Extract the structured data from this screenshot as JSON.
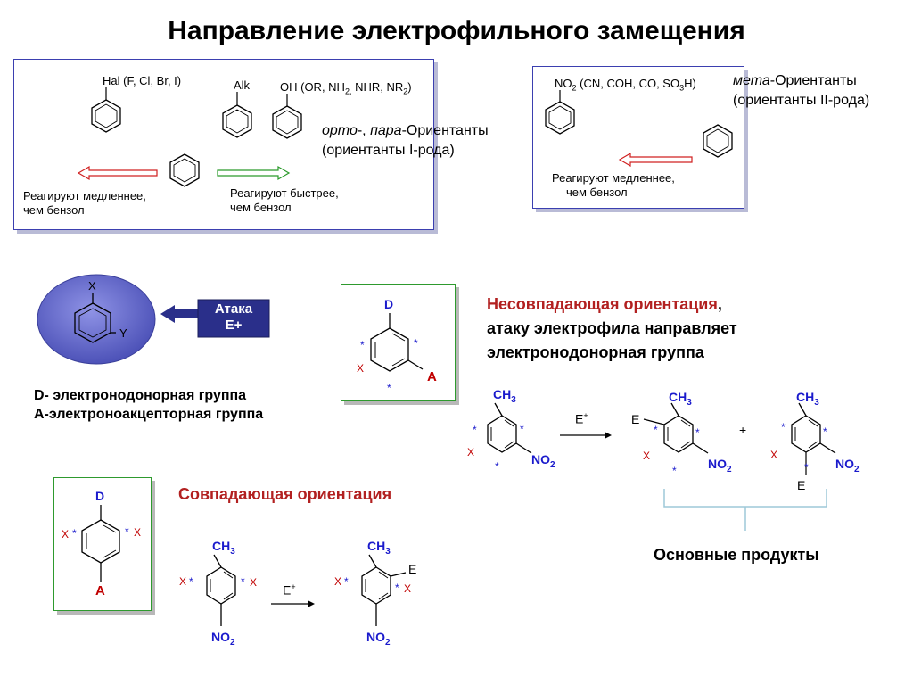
{
  "title": "Направление электрофильного замещения",
  "top_box": {
    "hal_label": "Hal (F, Cl, Br, I)",
    "alk_label": "Alk",
    "oh_label": "OH (OR, NH",
    "oh_sub": "2,",
    "oh_rest": " NHR, NR",
    "oh_sub2": "2",
    "oh_close": ")",
    "slower_1": "Реагируют медленнее,",
    "slower_2": "чем бензол",
    "faster_1": "Реагируют быстрее,",
    "faster_2": "чем бензол"
  },
  "ortho_para": {
    "line1_a": "орто",
    "line1_b": "-, ",
    "line1_c": "пара",
    "line1_d": "-Ориентанты",
    "line2": "(ориентанты I-рода)"
  },
  "meta_box": {
    "no2_label": "NO",
    "no2_sub": "2",
    "no2_rest": " (CN, COH, CO, SO",
    "so3_sub": "3",
    "so3_close": "H)",
    "slower_1": "Реагируют медленнее,",
    "slower_2": "чем бензол"
  },
  "meta_label": {
    "line1_a": "мета",
    "line1_b": "-Ориентанты",
    "line2": "(ориентанты II-рода)"
  },
  "attack": {
    "x_label": "X",
    "y_label": "Y",
    "arrow_label_1": "Атака",
    "arrow_label_2": "E+"
  },
  "definitions": {
    "d_def": "D- электронодонорная группа",
    "a_def": "A-электроноакцепторная группа"
  },
  "mismatch_card": {
    "d": "D",
    "a": "A",
    "x": "X",
    "star": "*"
  },
  "mismatch": {
    "heading_red": "Несовпадающая ориентация",
    "heading_comma": ",",
    "line2": "атаку электрофила направляет",
    "line3": "электронодонорная группа"
  },
  "reaction1": {
    "ch3": "CH",
    "ch3_sub": "3",
    "no2": "NO",
    "no2_sub": "2",
    "reagent": "E",
    "reagent_sup": "+",
    "plus": "+",
    "e": "E",
    "x": "X",
    "star": "*"
  },
  "main_products": "Основные продукты",
  "match_card": {
    "d": "D",
    "a": "A",
    "x": "X",
    "star": "*"
  },
  "match": {
    "heading": "Совпадающая ориентация"
  },
  "reaction2": {
    "ch3": "CH",
    "ch3_sub": "3",
    "no2": "NO",
    "no2_sub": "2",
    "reagent": "E",
    "reagent_sup": "+",
    "e": "E",
    "x": "X",
    "star": "*"
  },
  "colors": {
    "frame_blue": "#3b3fb0",
    "frame_green": "#2e9a2e",
    "accent_red": "#c00000",
    "label_blue": "#1a1acc",
    "oval": "#6a6fd0",
    "arrow_navy": "#2a2f8a"
  }
}
